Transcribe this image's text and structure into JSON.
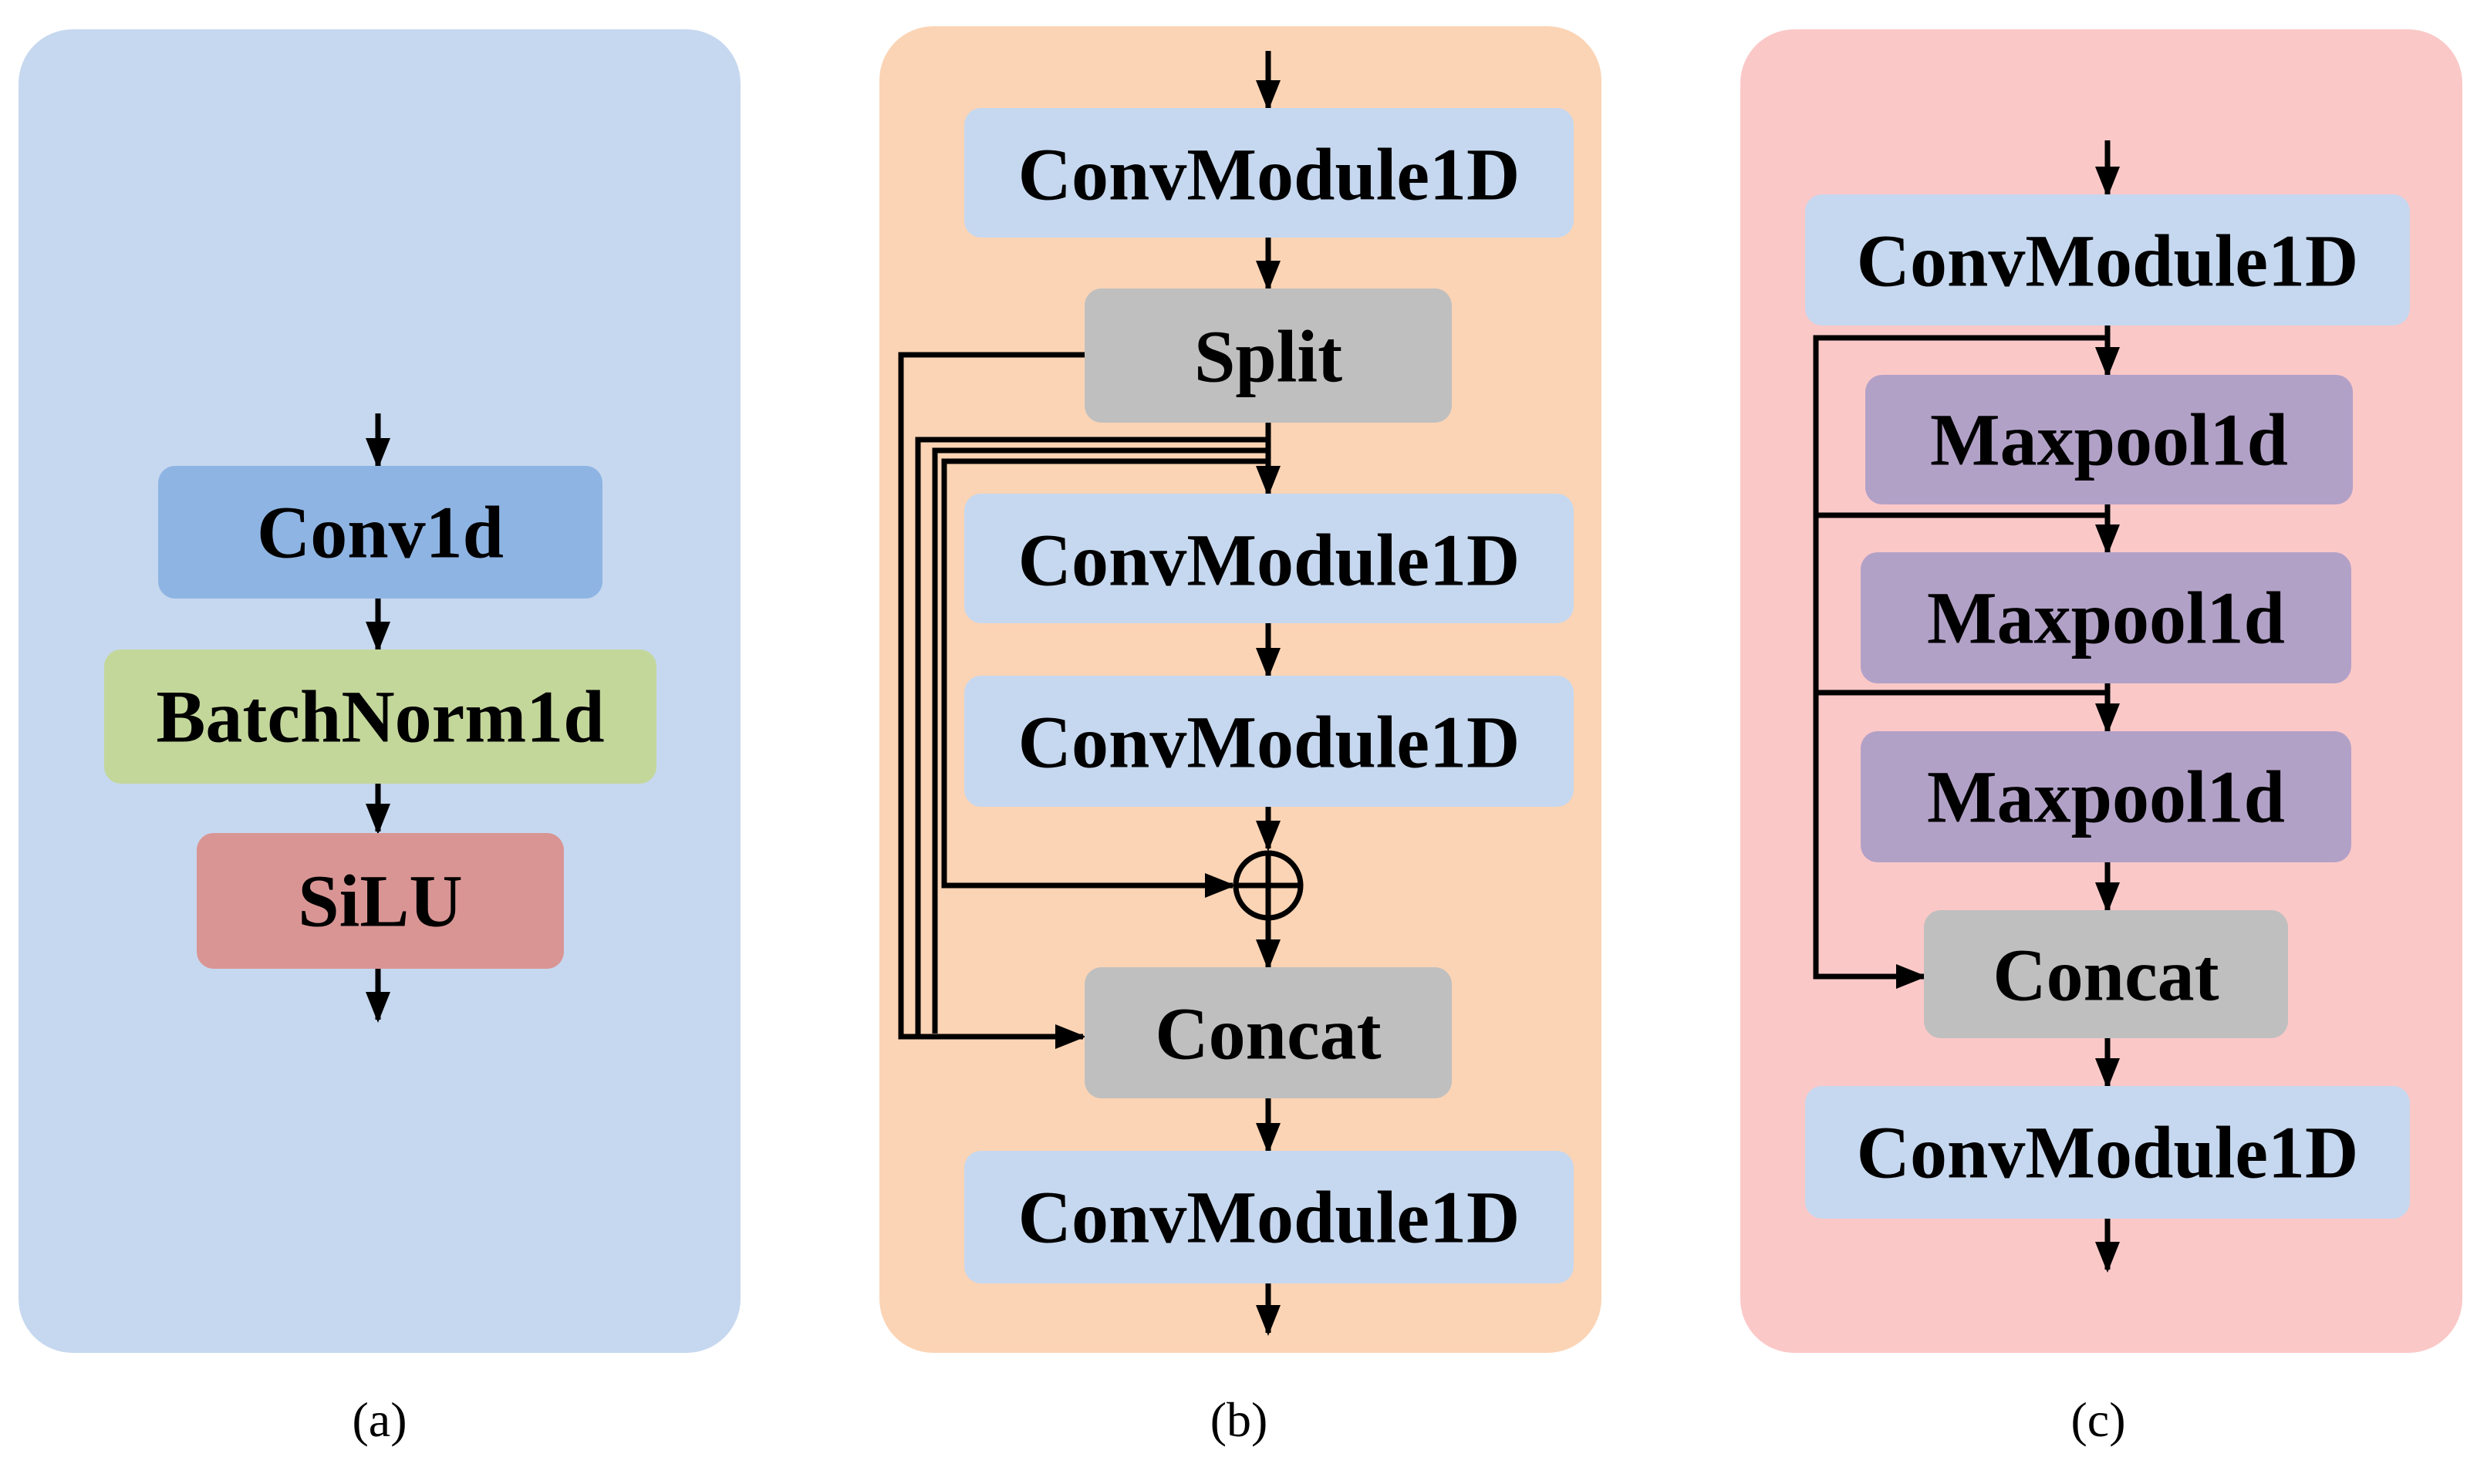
{
  "colors": {
    "panel_a_bg": "#c6d8ef",
    "panel_b_bg": "#fbd4b5",
    "panel_c_bg": "#fbc8c8",
    "conv_module_box": "#c6d8ef",
    "conv1d_box": "#8eb4e3",
    "batchnorm_box": "#c4d79b",
    "silu_box": "#d99594",
    "gray_box": "#bfbfbf",
    "maxpool_box": "#b2a1c7",
    "arrow": "#000000"
  },
  "panel_a": {
    "caption": "(a)",
    "conv1d": "Conv1d",
    "batchnorm": "BatchNorm1d",
    "silu": "SiLU"
  },
  "panel_b": {
    "caption": "(b)",
    "conv_module_top": "ConvModule1D",
    "split": "Split",
    "conv_module_mid1": "ConvModule1D",
    "conv_module_mid2": "ConvModule1D",
    "add_symbol": "add-circle-icon",
    "concat": "Concat",
    "conv_module_bottom": "ConvModule1D"
  },
  "panel_c": {
    "caption": "(c)",
    "conv_module_top": "ConvModule1D",
    "maxpool1": "Maxpool1d",
    "maxpool2": "Maxpool1d",
    "maxpool3": "Maxpool1d",
    "concat": "Concat",
    "conv_module_bottom": "ConvModule1D"
  }
}
